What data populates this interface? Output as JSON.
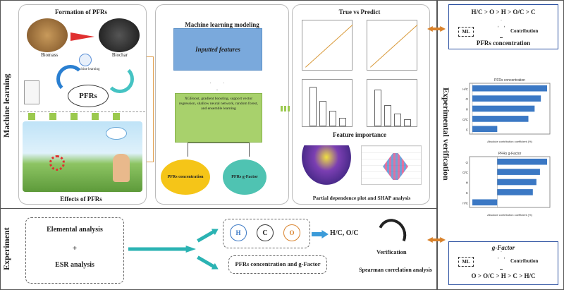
{
  "labels": {
    "machine_learning": "Machine learning",
    "experiment": "Experiment",
    "experimental_verification": "Experimental verification"
  },
  "panel_formation": {
    "title": "Formation of PFRs",
    "biomass": "Biomass",
    "biochar": "Biochar",
    "machine_learning": "Machine learning",
    "center": "PFRs",
    "effects_title": "Effects of PFRs"
  },
  "panel_ml": {
    "title": "Machine learning modeling",
    "features": "Inputted features",
    "models": "XGBoost, gradient boosting, support vector regression, shallow neural network, random forest, and ensemble learning",
    "out1": "PFRs concentration",
    "out2": "PFRs g-Factor"
  },
  "panel_results": {
    "true_vs_pred": "True vs Predict",
    "feature_importance": "Feature importance",
    "pdp_shap": "Partial dependence plot and SHAP analysis"
  },
  "right_top": {
    "order": "H/C > O > H > O/C > C",
    "ml": "ML",
    "contribution": "Contribution",
    "title": "PFRs concentration"
  },
  "right_chart1": {
    "title": "PFRs concentration",
    "xlabel": "Absolute contribution coefficient (%)"
  },
  "right_chart2": {
    "title": "PFRs g-Factor",
    "xlabel": "Absolute contribution coefficient (%)"
  },
  "right_bottom": {
    "title": "g-Factor",
    "ml": "ML",
    "contribution": "Contribution",
    "order": "O > O/C > H > C > H/C"
  },
  "experiment": {
    "elemental": "Elemental analysis",
    "plus": "+",
    "esr": "ESR analysis",
    "icon_h": "H",
    "icon_c": "C",
    "icon_o": "O",
    "ratios": "H/C, O/C",
    "pfrs": "PFRs concentration and g-Factor",
    "verification": "Verification",
    "spearman": "Spearman correlation analysis"
  },
  "colors": {
    "orange": "#d9822b",
    "teal": "#2bb3b3",
    "green": "#9bc94e",
    "blue": "#7aa9dc",
    "yellow": "#f5c518",
    "bar": "#3b78c4"
  },
  "chart_data": [
    {
      "type": "bar",
      "orientation": "horizontal",
      "categories": [
        "H/C",
        "O",
        "H",
        "O/C",
        "C"
      ],
      "values": [
        0.6,
        0.55,
        0.5,
        0.45,
        0.2
      ]
    },
    {
      "type": "bar",
      "orientation": "horizontal",
      "categories": [
        "O",
        "O/C",
        "H",
        "C",
        "H/C"
      ],
      "values": [
        0.7,
        0.6,
        0.55,
        0.5,
        -0.35
      ]
    }
  ]
}
